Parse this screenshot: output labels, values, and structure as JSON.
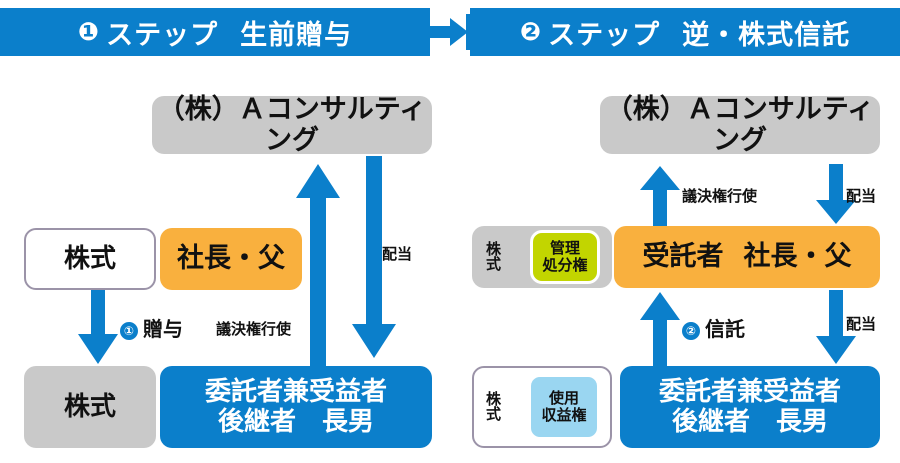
{
  "colors": {
    "brand_blue": "#0b7fcb",
    "orange": "#f9b03e",
    "gray": "#c9c9c9",
    "lime": "#c2d500",
    "light_blue": "#9ad6f1",
    "outline_gray": "#9b93a8",
    "text_dark": "#111111",
    "white": "#ffffff"
  },
  "headers": {
    "left": {
      "num": "❶",
      "step": "ステップ",
      "title": "生前贈与"
    },
    "right": {
      "num": "❷",
      "step": "ステップ",
      "title": "逆・株式信託"
    },
    "connector_icon": "arrow-right-icon"
  },
  "left_panel": {
    "company_box": "（株）Ａコンサルティング",
    "stock_outline_box": "株式",
    "owner_box": "社長・父",
    "stock_gray_box": "株式",
    "successor_box": {
      "line1": "委託者兼受益者",
      "line2": "後継者　長男"
    },
    "labels": {
      "gift_num": "①",
      "gift": "贈与",
      "voting_rights": "議決権行使",
      "dividend": "配当"
    }
  },
  "right_panel": {
    "company_box": "（株）Ａコンサルティング",
    "stock_gray_box": {
      "line1": "株",
      "line2": "式"
    },
    "management_right_box": {
      "line1": "管理",
      "line2": "処分権"
    },
    "trustee_box": {
      "role": "受託者",
      "person": "社長・父"
    },
    "stock_outline_box": {
      "line1": "株",
      "line2": "式"
    },
    "usufruct_box": {
      "line1": "使用",
      "line2": "収益権"
    },
    "successor_box": {
      "line1": "委託者兼受益者",
      "line2": "後継者　長男"
    },
    "labels": {
      "voting_rights": "議決権行使",
      "dividend_top": "配当",
      "trust_num": "②",
      "trust": "信託",
      "dividend_bottom": "配当"
    }
  }
}
